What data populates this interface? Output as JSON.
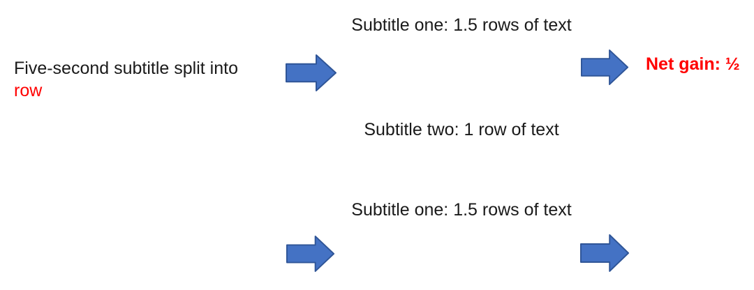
{
  "diagram": {
    "top_flow": {
      "source_label": {
        "black_part": "Five-second subtitle split into",
        "red_part": "row"
      },
      "subtitle_one": "Subtitle one: 1.5 rows of text",
      "subtitle_two": "Subtitle two: 1 row of text",
      "result_label": "Net gain: ½"
    },
    "bottom_flow": {
      "subtitle_one": "Subtitle one: 1.5 rows of text"
    },
    "icons": {
      "flow_arrow": "right-block-arrow-icon"
    },
    "colors": {
      "arrow_fill": "#4472C4",
      "arrow_border": "#2F5597",
      "body_text": "#1a1a1a",
      "highlight_red": "#ff0000",
      "background": "#ffffff"
    }
  }
}
